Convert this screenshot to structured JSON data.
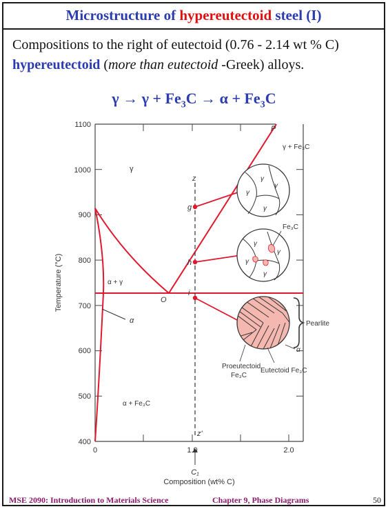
{
  "slide": {
    "title_prefix": "Microstructure of",
    "title_highlight": "hypereutectoid",
    "title_suffix": "steel (I)",
    "line1": "Compositions to the right of eutectoid (0.76 - 2.14 wt % C)",
    "line2_bold": "hypereutectoid",
    "line2_paren_open": " (",
    "line2_italic": "more than eutectoid",
    "line2_rest": " -Greek) alloys.",
    "reaction": {
      "gamma1": "γ",
      "arrow1": " → ",
      "gamma2": "γ",
      "plus1": " + ",
      "fe1": "Fe",
      "sub1": "3",
      "c1": "C",
      "arrow2": " → ",
      "alpha": "α",
      "plus2": " + ",
      "fe2": "Fe",
      "sub2": "3",
      "c2": "C"
    },
    "footer_left": "MSE 2090: Introduction to Materials Science",
    "footer_mid": "Chapter 9, Phase Diagrams",
    "page_number": "50"
  },
  "diagram": {
    "ylabel": "Temperature (°C)",
    "xlabel": "Composition (wt% C)",
    "yticks": [
      "1100",
      "1000",
      "900",
      "800",
      "700",
      "600",
      "500",
      "400"
    ],
    "xticks": [
      "0",
      "1.0",
      "2.0"
    ],
    "regions": {
      "gamma": "γ",
      "gamma_fe3c": "γ + Fe₃C",
      "alpha_gamma": "α + γ",
      "alpha": "α",
      "alpha_fe3c": "α + Fe₃C"
    },
    "points": {
      "P": "P",
      "O": "O",
      "z": "z",
      "z_prime": "z'",
      "g": "g",
      "h": "h",
      "i": "i",
      "c1": "C₁"
    },
    "micro_labels": {
      "fe3c_top": "Fe₃C",
      "pearlite": "Pearlite",
      "alpha": "α",
      "proeutectoid_1": "Proeutectoid",
      "proeutectoid_2": "Fe₃C",
      "eutectoid": "Eutectoid Fe₃C",
      "grain": "γ"
    },
    "colors": {
      "phase_line": "#e0182e",
      "axis": "#333333",
      "pearlite_fill": "#f4b8b0",
      "title_blue": "#2b3bb0",
      "title_red": "#e01010"
    }
  }
}
